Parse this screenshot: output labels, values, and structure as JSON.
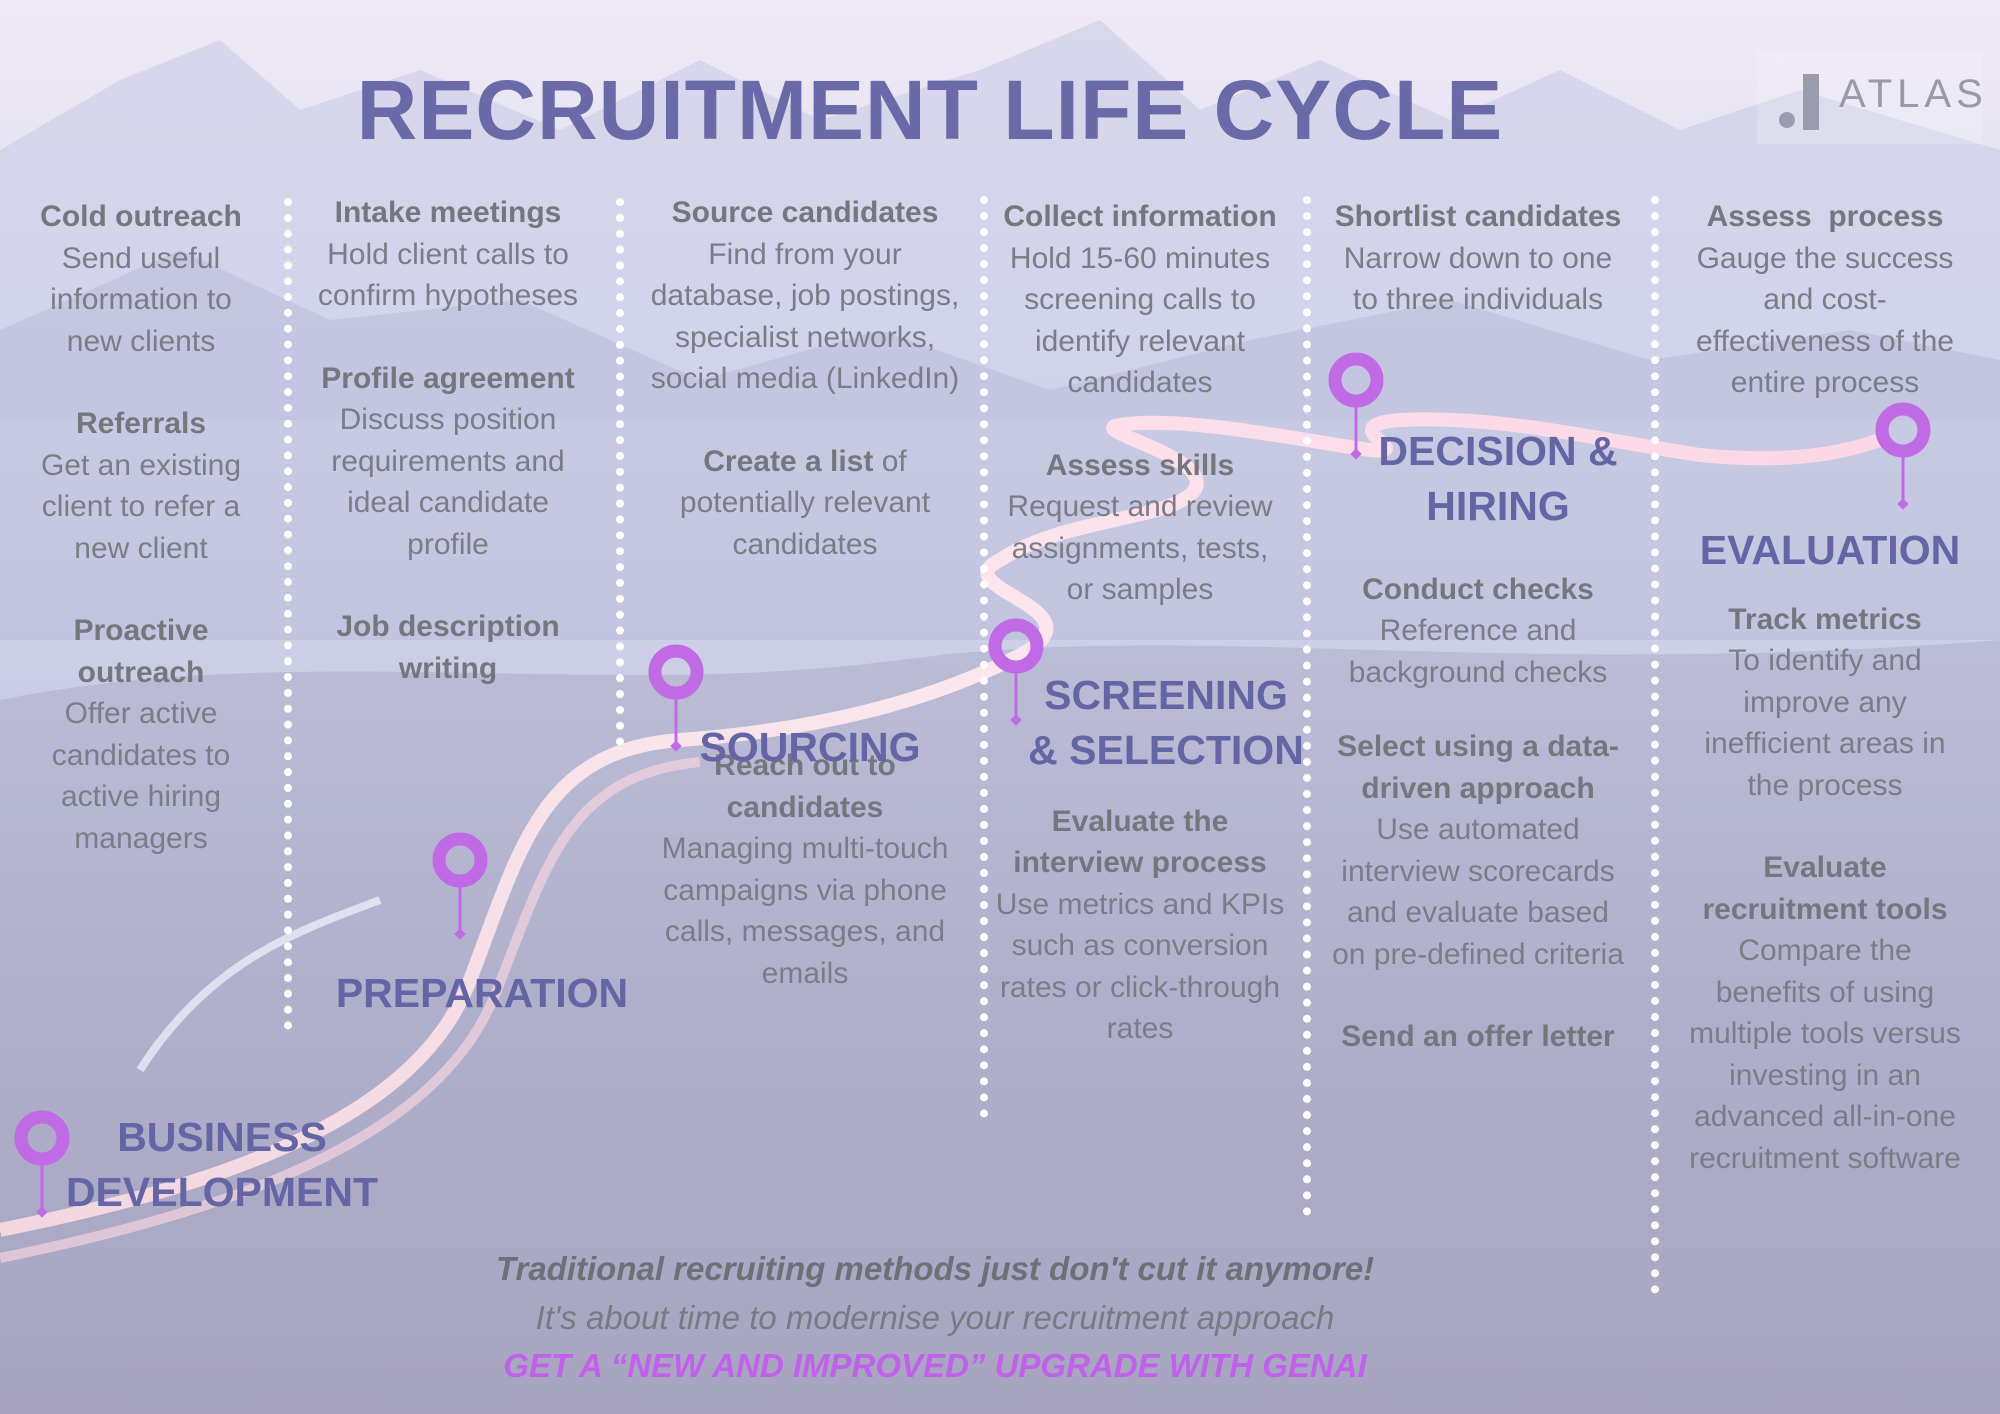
{
  "title": "RECRUITMENT LIFE CYCLE",
  "logo": {
    "text": "ATLAS"
  },
  "colors": {
    "title": "#6a6aa8",
    "stage": "#6465a4",
    "pin": "#c06ae6",
    "cta": "#c160ea",
    "road_glow": "#ffe8f2"
  },
  "stages": [
    {
      "label_line1": "BUSINESS",
      "label_line2": "DEVELOPMENT"
    },
    {
      "label_line1": "PREPARATION"
    },
    {
      "label_line1": "SOURCING"
    },
    {
      "label_line1": "SCREENING",
      "label_line2": "& SELECTION"
    },
    {
      "label_line1": "DECISION &",
      "label_line2": "HIRING"
    },
    {
      "label_line1": "EVALUATION"
    }
  ],
  "columns": [
    {
      "items": [
        {
          "heading": "Cold outreach",
          "text": "Send useful information to new clients"
        },
        {
          "heading": "Referrals",
          "text": "Get an existing client to refer a new client"
        },
        {
          "heading": "Proactive outreach",
          "text": "Offer active candidates to active hiring managers"
        }
      ]
    },
    {
      "items": [
        {
          "heading": "Intake meetings",
          "text": "Hold client calls to confirm hypotheses"
        },
        {
          "heading": "Profile agreement",
          "text": "Discuss position requirements and ideal candidate profile"
        },
        {
          "heading": "Job description writing",
          "text": ""
        }
      ]
    },
    {
      "items": [
        {
          "heading": "Source candidates",
          "text": "Find from your database, job postings, specialist networks, social media (LinkedIn)"
        },
        {
          "heading": "Create a list",
          "heading_suffix": " of",
          "text": "potentially relevant candidates"
        },
        {
          "heading": "Reach out to candidates",
          "text": "Managing multi-touch campaigns via phone calls, messages, and emails"
        }
      ]
    },
    {
      "items": [
        {
          "heading": "Collect information",
          "text": "Hold 15-60 minutes screening calls to identify relevant candidates"
        },
        {
          "heading": "Assess skills",
          "text": "Request and review assignments, tests, or samples"
        },
        {
          "heading": "Evaluate the interview process",
          "text": "Use metrics and KPIs such as conversion rates or click-through rates"
        }
      ]
    },
    {
      "items": [
        {
          "heading": "Shortlist candidates",
          "text": "Narrow down to one to three individuals"
        },
        {
          "heading": "Conduct checks",
          "text": "Reference and background checks"
        },
        {
          "heading": "Select using a data-driven approach",
          "text": "Use automated interview scorecards and evaluate based on pre-defined criteria"
        },
        {
          "heading": "Send an offer letter",
          "text": ""
        }
      ]
    },
    {
      "items": [
        {
          "heading": "Assess  process",
          "text": "Gauge the success and cost-effectiveness of the entire process"
        },
        {
          "heading": "Track metrics",
          "text": "To identify and improve any inefficient areas in the process"
        },
        {
          "heading": "Evaluate recruitment tools",
          "text": "Compare the benefits of using multiple tools versus investing in an advanced all-in-one recruitment software"
        }
      ]
    }
  ],
  "footer": {
    "line1": "Traditional recruiting methods just don't cut it anymore!",
    "line2": "It's about time to modernise your recruitment approach",
    "line3": "GET A “NEW AND IMPROVED” UPGRADE WITH GENAI"
  }
}
